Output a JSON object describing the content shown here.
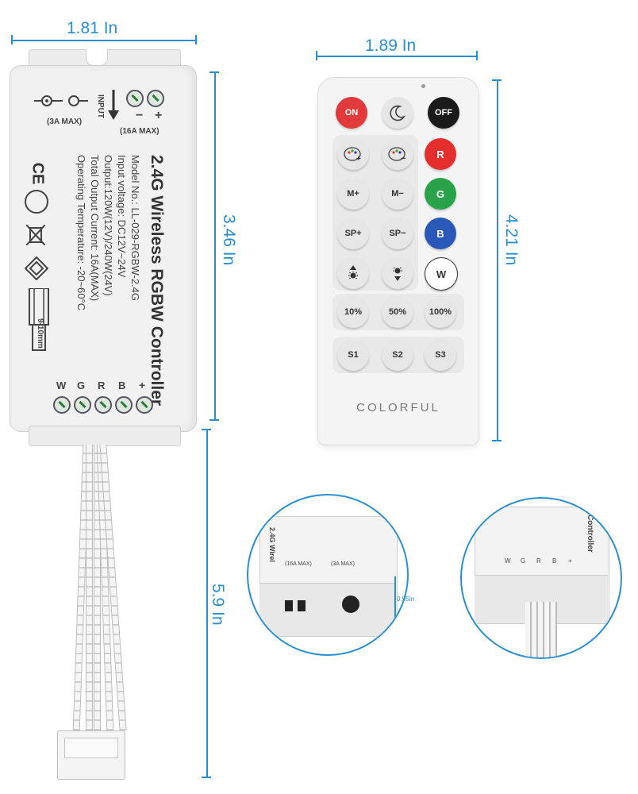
{
  "dimensions": {
    "controller_width": "1.81 In",
    "controller_length": "3.46 In",
    "cable_length": "5.9 In",
    "remote_width": "1.89 In",
    "remote_length": "4.21 In",
    "controller_height": "0.95In"
  },
  "controller": {
    "input_label": "INPUT",
    "input_current": "(3A MAX)",
    "output_current": "(16A MAX)",
    "polarity_minus": "−",
    "polarity_plus": "+",
    "title": "2.4G Wireless RGBW Controller",
    "model": "Model No.: LL-029-RGBW-2.4G",
    "input_voltage": "Input voltage: DC12V~24V",
    "output": "Output:120W(12V)/240W(24V)",
    "total_current": "Total Output Current: 16A(MAX)",
    "temperature": "Operating Temperature: -20~60°C",
    "strip_length": "9-10mm",
    "ce_mark": "CE",
    "terminals": [
      "+",
      "B",
      "R",
      "G",
      "W"
    ]
  },
  "remote": {
    "buttons": {
      "on": "ON",
      "off": "OFF",
      "r": "R",
      "g": "G",
      "b": "B",
      "w": "W",
      "m_plus": "M+",
      "m_minus": "M−",
      "sp_plus": "SP+",
      "sp_minus": "SP−",
      "p10": "10%",
      "p50": "50%",
      "p100": "100%",
      "s1": "S1",
      "s2": "S2",
      "s3": "S3"
    },
    "brand": "COLORFUL"
  },
  "colors": {
    "dimension_line": "#2a8fd0",
    "on_button": "#e23a3a",
    "off_button": "#1a1a1a",
    "red": "#e52e2e",
    "green": "#2aa24a",
    "blue": "#2a58b8"
  },
  "inset_left": {
    "title_fragment": "2.4G Wirel",
    "output_current": "(16A MAX)",
    "input_current": "(3A MAX)",
    "height_label": "0.95In"
  },
  "inset_right": {
    "title_fragment": "Controller",
    "terminals": [
      "W",
      "G",
      "R",
      "B",
      "+"
    ]
  }
}
